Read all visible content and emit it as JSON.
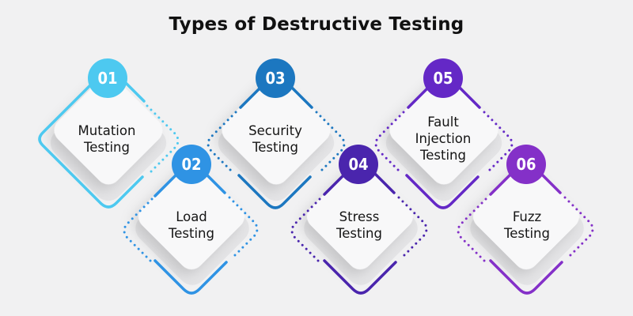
{
  "title": "Types of Destructive Testing",
  "steps": [
    {
      "number": "01",
      "label_lines": [
        "Mutation",
        "Testing"
      ],
      "label": "Mutation Testing",
      "color": "#4dc9f0"
    },
    {
      "number": "02",
      "label_lines": [
        "Load",
        "Testing"
      ],
      "label": "Load Testing",
      "color": "#2f93e4"
    },
    {
      "number": "03",
      "label_lines": [
        "Security",
        "Testing"
      ],
      "label": "Security Testing",
      "color": "#1c77c0"
    },
    {
      "number": "04",
      "label_lines": [
        "Stress",
        "Testing"
      ],
      "label": "Stress Testing",
      "color": "#4a25ad"
    },
    {
      "number": "05",
      "label_lines": [
        "Fault",
        "Injection",
        "Testing"
      ],
      "label": "Fault Injection Testing",
      "color": "#6428c6"
    },
    {
      "number": "06",
      "label_lines": [
        "Fuzz",
        "Testing"
      ],
      "label": "Fuzz Testing",
      "color": "#8430c8"
    }
  ]
}
